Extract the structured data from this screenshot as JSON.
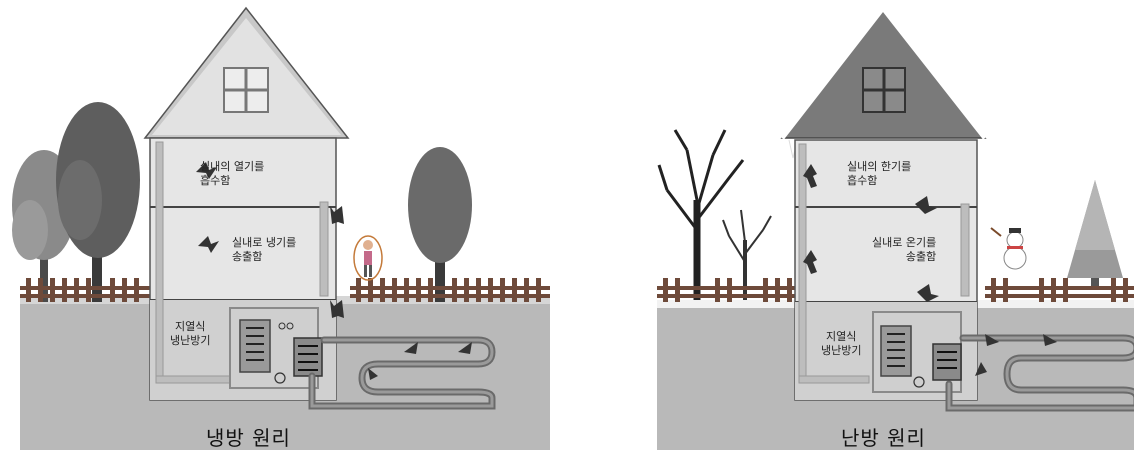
{
  "panels": [
    {
      "caption": "냉방 원리",
      "labels": {
        "top_room": "실내의 열기를\n흡수함",
        "middle_room": "실내로 냉기를\n송출함",
        "basement": "지열식\n냉난방기"
      }
    },
    {
      "caption": "난방 원리",
      "labels": {
        "top_room": "실내의 한기를\n흡수함",
        "middle_room": "실내로 온기를\n송출함",
        "basement": "지열식\n냉난방기"
      }
    }
  ]
}
